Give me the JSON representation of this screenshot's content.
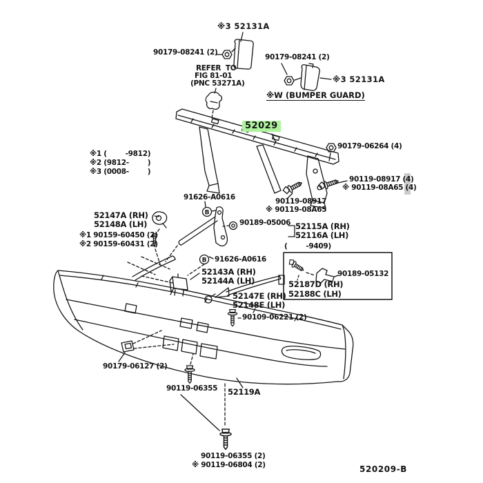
{
  "colors": {
    "highlight": "#aef29e",
    "line": "#141414",
    "artifact_gray": "#8f8f8f"
  },
  "markers": {
    "b": "B"
  },
  "labels": {
    "guard_top": "※3 52131A",
    "nut_top_left": "90179-08241 (2)",
    "refer1": "REFER  TO",
    "refer2": "FIG 81-01",
    "refer3": "(PNC 53271A)",
    "nut_top_right": "90179-08241 (2)",
    "guard_right": "※3 52131A",
    "bumper_guard_heading": "※W (BUMPER GUARD)",
    "reinforcement": "52029",
    "nut_right": "90179-06264 (4)",
    "bolt_right_a": "90119-08917 (4)",
    "bolt_right_b": "※ 90119-08A65 (4)",
    "note1": "※1 (        -9812)",
    "note2": "※2 (9812-        )",
    "note3": "※3 (0008-        )",
    "bolt_b_upper": "91626-A0616",
    "bolt_center_a": "90119-08917",
    "bolt_center_b": "※ 90119-08A65",
    "grommet_screw": "90189-05006",
    "stay_rh": "52115A (RH)",
    "stay_lh": "52116A (LH)",
    "hook_rh": "52147A (RH)",
    "hook_lh": "52148A (LH)",
    "screw_note1": "※1 90159-60450 (2)",
    "screw_note2": "※2 90159-60431 (2)",
    "inset_period": "(        -9409)",
    "inset_screw": "90189-05132",
    "inset_rh": "52187D (RH)",
    "inset_lh": "52188C (LH)",
    "bolt_b_lower": "91626-A0616",
    "retainer_rh": "52143A (RH)",
    "retainer_lh": "52144A (LH)",
    "molding_rh": "52147E (RH)",
    "molding_lh": "52148E (LH)",
    "bolt_06221": "90109-06221 (2)",
    "clip_06127": "90179-06127 (2)",
    "bolt_06355": "90119-06355",
    "bumper_cover": "52119A",
    "bolt_bottom_a": "90119-06355 (2)",
    "bolt_bottom_b": "※ 90119-06804 (2)",
    "drawing_code": "520209-B"
  }
}
